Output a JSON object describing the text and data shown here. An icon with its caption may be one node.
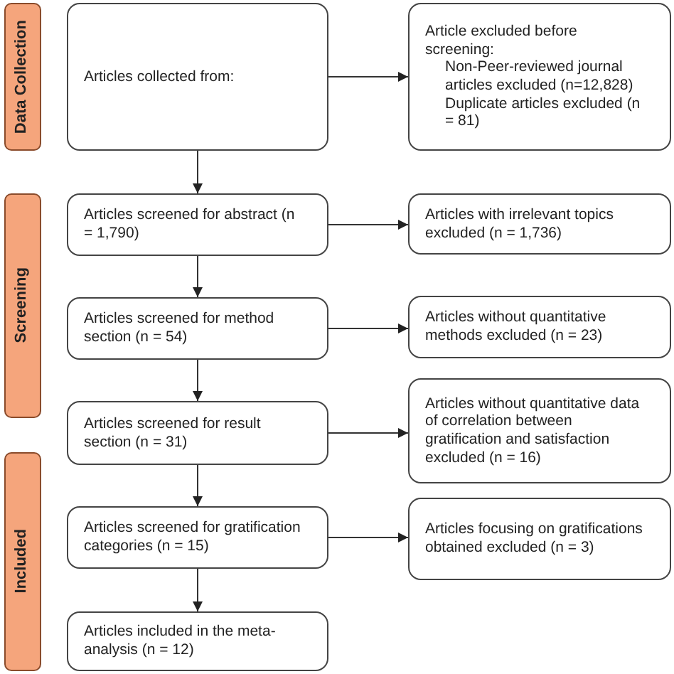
{
  "diagram": {
    "nodes": [
      {
        "text": [
          "Data Collection"
        ]
      },
      {
        "text": [
          "Articles collected from:"
        ]
      },
      {
        "text": [
          "Article excluded before screening:",
          "Non-Peer-reviewed journal articles excluded (n=12,828)",
          "Duplicate articles excluded (n = 81)"
        ]
      },
      {
        "text": [
          "Screening"
        ]
      },
      {
        "text": [
          "Articles screened for abstract (n = 1,790)"
        ]
      },
      {
        "text": [
          "Articles with irrelevant topics excluded (n = 1,736)"
        ]
      },
      {
        "text": [
          "Articles screened for method section (n = 54)"
        ]
      },
      {
        "text": [
          "Articles without quantitative methods excluded (n = 23)"
        ]
      },
      {
        "text": [
          "Articles screened for result section (n = 31)"
        ]
      },
      {
        "text": [
          "Articles without quantitative data of correlation between gratification and satisfaction excluded (n = 16)"
        ]
      },
      {
        "text": [
          "Articles screened for gratification categories (n = 15)"
        ]
      },
      {
        "text": [
          "Articles focusing on gratifications obtained excluded (n = 3)"
        ]
      },
      {
        "text": [
          "Included"
        ]
      },
      {
        "text": [
          "Articles included in the meta-analysis (n = 12)"
        ]
      }
    ],
    "edges": [
      {
        "from": 1,
        "to": 2,
        "arrow": "to"
      },
      {
        "from": 1,
        "to": 4,
        "arrow": "to"
      },
      {
        "from": 4,
        "to": 5,
        "arrow": "to"
      },
      {
        "from": 4,
        "to": 6,
        "arrow": "to"
      },
      {
        "from": 6,
        "to": 7,
        "arrow": "to"
      },
      {
        "from": 6,
        "to": 8,
        "arrow": "to"
      },
      {
        "from": 8,
        "to": 9,
        "arrow": "to"
      },
      {
        "from": 8,
        "to": 10,
        "arrow": "to"
      },
      {
        "from": 10,
        "to": 11,
        "arrow": "to"
      },
      {
        "from": 10,
        "to": 13,
        "arrow": "to"
      }
    ]
  }
}
